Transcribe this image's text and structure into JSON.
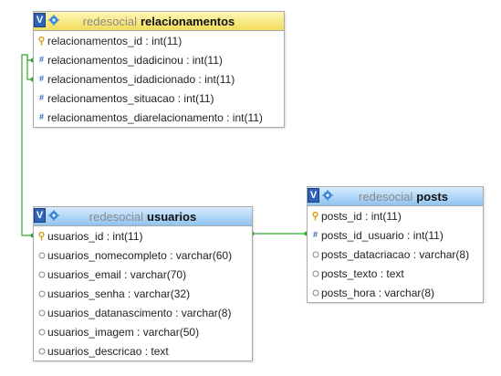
{
  "tables": {
    "relacionamentos": {
      "database": "redesocial",
      "name": "relacionamentos",
      "columns": [
        {
          "icon": "key-icon",
          "text": "relacionamentos_id : int(11)"
        },
        {
          "icon": "hash-icon",
          "text": "relacionamentos_idadicinou : int(11)"
        },
        {
          "icon": "hash-icon",
          "text": "relacionamentos_idadicionado : int(11)"
        },
        {
          "icon": "hash-icon",
          "text": "relacionamentos_situacao : int(11)"
        },
        {
          "icon": "hash-icon",
          "text": "relacionamentos_diarelacionamento : int(11)"
        }
      ]
    },
    "usuarios": {
      "database": "redesocial",
      "name": "usuarios",
      "columns": [
        {
          "icon": "key-icon",
          "text": "usuarios_id : int(11)"
        },
        {
          "icon": "circle-icon",
          "text": "usuarios_nomecompleto : varchar(60)"
        },
        {
          "icon": "circle-icon",
          "text": "usuarios_email : varchar(70)"
        },
        {
          "icon": "circle-icon",
          "text": "usuarios_senha : varchar(32)"
        },
        {
          "icon": "circle-icon",
          "text": "usuarios_datanascimento : varchar(8)"
        },
        {
          "icon": "circle-icon",
          "text": "usuarios_imagem : varchar(50)"
        },
        {
          "icon": "circle-icon",
          "text": "usuarios_descricao : text"
        }
      ]
    },
    "posts": {
      "database": "redesocial",
      "name": "posts",
      "columns": [
        {
          "icon": "key-icon",
          "text": "posts_id : int(11)"
        },
        {
          "icon": "hash-icon",
          "text": "posts_id_usuario : int(11)"
        },
        {
          "icon": "circle-icon",
          "text": "posts_datacriacao : varchar(8)"
        },
        {
          "icon": "circle-icon",
          "text": "posts_texto : text"
        },
        {
          "icon": "circle-icon",
          "text": "posts_hora : varchar(8)"
        }
      ]
    }
  },
  "buttons": {
    "v_label": "V"
  },
  "colors": {
    "connector": "#2eaa2e",
    "relacionamentos_header": "#f3dc5a",
    "usuarios_header": "#8fc3ef",
    "posts_header": "#8fc3ef",
    "key_icon": "#d4a017",
    "hash_icon": "#2f5fb8"
  }
}
